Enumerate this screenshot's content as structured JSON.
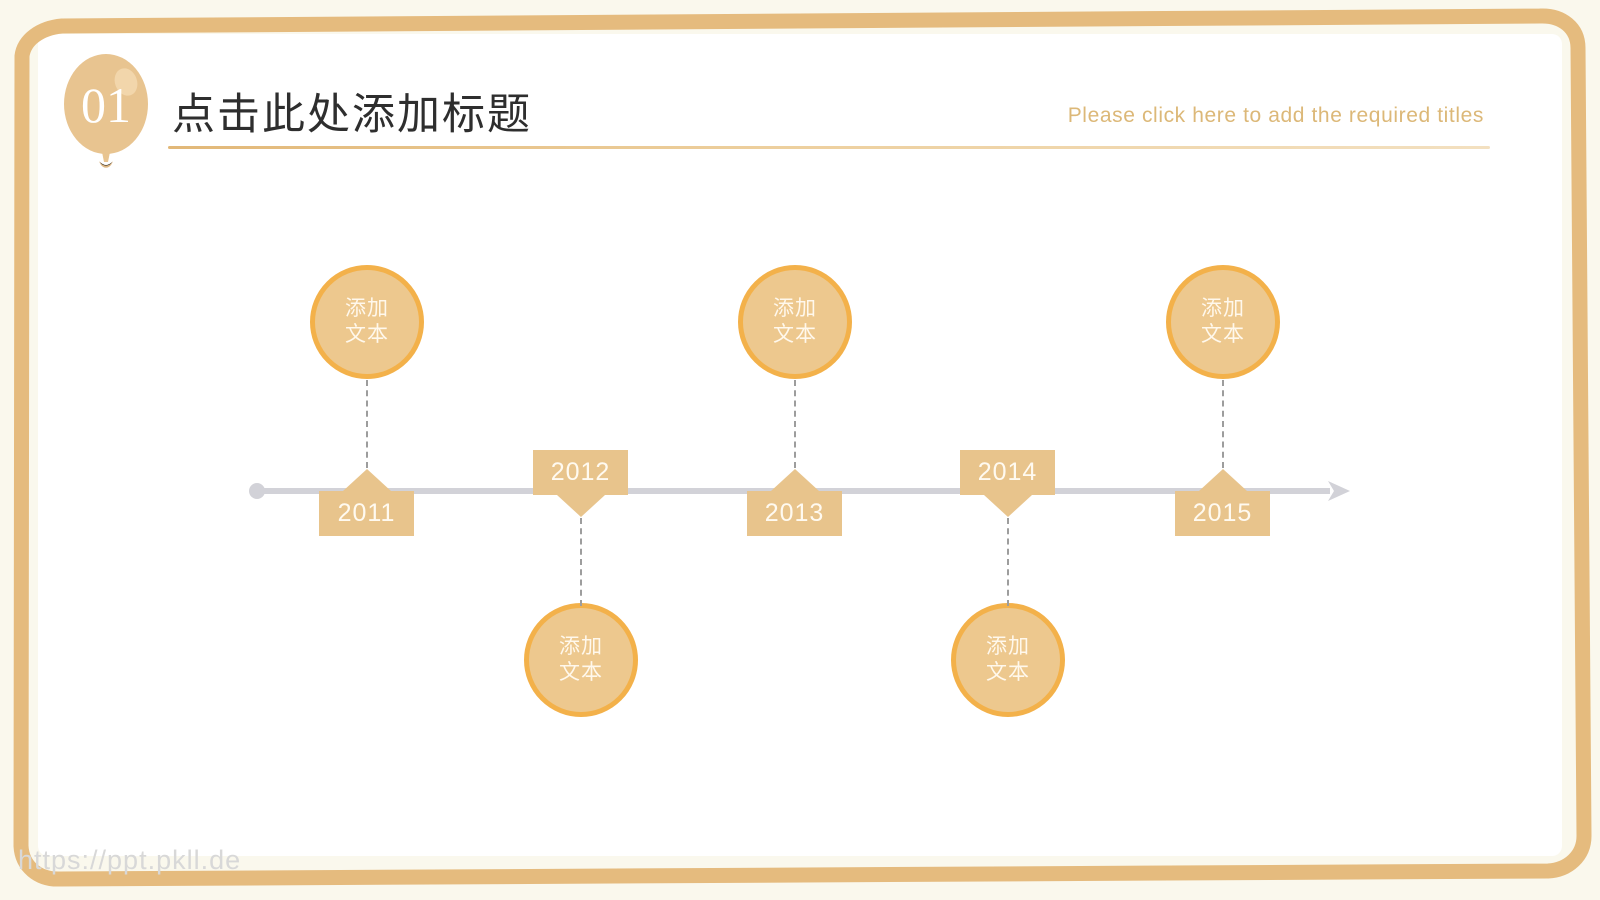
{
  "slide": {
    "background_outer": "#faf8ed",
    "background_inner": "#ffffff",
    "frame_color": "#e5bb7e"
  },
  "header": {
    "badge_number": "01",
    "badge_icon": "balloon-icon",
    "title_cn": "点击此处添加标题",
    "title_en": "Please click here to add the required titles",
    "accent_color": "#dcb878"
  },
  "timeline": {
    "axis_color": "#d2d2d8",
    "marker_color": "#e8c48c",
    "bubble_fill": "#edc88e",
    "bubble_border": "#f3b14a",
    "connector_color": "#9d9d9d",
    "items": [
      {
        "year": "2011",
        "tag_direction": "up",
        "bubble_position": "above",
        "text_line1": "添加",
        "text_line2": "文本"
      },
      {
        "year": "2012",
        "tag_direction": "down",
        "bubble_position": "below",
        "text_line1": "添加",
        "text_line2": "文本"
      },
      {
        "year": "2013",
        "tag_direction": "up",
        "bubble_position": "above",
        "text_line1": "添加",
        "text_line2": "文本"
      },
      {
        "year": "2014",
        "tag_direction": "down",
        "bubble_position": "below",
        "text_line1": "添加",
        "text_line2": "文本"
      },
      {
        "year": "2015",
        "tag_direction": "up",
        "bubble_position": "above",
        "text_line1": "添加",
        "text_line2": "文本"
      }
    ]
  },
  "watermark": {
    "text": "https://ppt.pkll.de"
  }
}
